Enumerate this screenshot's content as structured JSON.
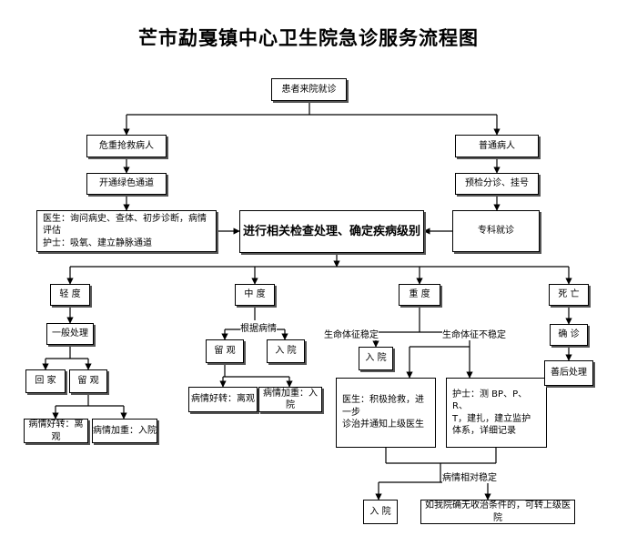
{
  "title": "芒市勐戛镇中心卫生院急诊服务流程图",
  "nodes": {
    "start": "患者来院就诊",
    "critical": "危重抢救病人",
    "normal": "普通病人",
    "green_channel": "开通绿色通道",
    "triage": "预检分诊、挂号",
    "specialist": "专科就诊",
    "doctor_nurse_lines": [
      "医生：询问病史、查体、初步诊断，病情评估",
      "护士：吸氧、建立静脉通道"
    ],
    "exam": "进行相关检查处理、确定疾病级别",
    "mild": "轻 度",
    "moderate": "中 度",
    "severe": "重 度",
    "death": "死 亡",
    "general_treatment": "一般处理",
    "go_home_mild": "回 家",
    "observe_mild": "留 观",
    "improve_leave_mild": "病情好转：离观",
    "worse_admit_mild": "病情加重：入院",
    "observe_mod": "留 观",
    "admit_mod": "入 院",
    "improve_leave_mod": "病情好转：离观",
    "worse_admit_mod": "病情加重：入院",
    "admit_stable": "入 院",
    "doctor_rescue_lines": [
      "医生：积极抢救，进一步",
      "诊治并通知上级医生"
    ],
    "nurse_monitor_lines": [
      "护士：测 BP、P、R、",
      "T，建扎，建立监护",
      "体系，详细记录"
    ],
    "confirm_death": "确 诊",
    "after_death": "善后处理",
    "admit_final": "入 院",
    "transfer": "如我院确无收治条件的，可转上级医院"
  },
  "labels": {
    "by_condition": "根据病情",
    "vitals_stable": "生命体征稳定",
    "vitals_unstable": "生命体征不稳定",
    "relatively_stable": "病情相对稳定"
  }
}
